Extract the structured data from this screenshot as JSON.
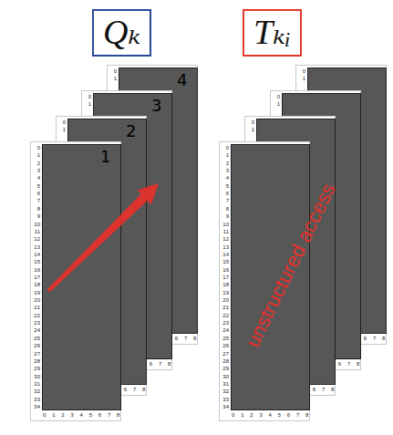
{
  "diagram": {
    "nodes": [
      {
        "text": [
          "Qₖ"
        ]
      },
      {
        "text": [
          "Tₖᵢ"
        ]
      }
    ],
    "labels": [
      "0",
      "1",
      "2",
      "3",
      "4",
      "5",
      "6",
      "7",
      "8",
      "9",
      "10",
      "11",
      "12",
      "13",
      "14",
      "15",
      "16",
      "17",
      "18",
      "19",
      "20",
      "21",
      "22",
      "23",
      "24",
      "25",
      "26",
      "27",
      "28",
      "29",
      "30",
      "31",
      "32",
      "33",
      "34",
      "0",
      "1",
      "2",
      "3",
      "4",
      "5",
      "6",
      "7",
      "8",
      "0",
      "1",
      "6",
      "7",
      "8",
      "0",
      "1",
      "6",
      "7",
      "8",
      "0",
      "1",
      "6",
      "7",
      "8",
      "1",
      "2",
      "3",
      "4",
      "0",
      "1",
      "2",
      "3",
      "4",
      "5",
      "6",
      "7",
      "8",
      "9",
      "10",
      "11",
      "12",
      "13",
      "14",
      "15",
      "16",
      "17",
      "18",
      "19",
      "20",
      "21",
      "22",
      "23",
      "24",
      "25",
      "26",
      "27",
      "28",
      "29",
      "30",
      "31",
      "32",
      "33",
      "34",
      "0",
      "1",
      "2",
      "3",
      "4",
      "5",
      "6",
      "7",
      "8",
      "0",
      "1",
      "6",
      "7",
      "8",
      "0",
      "1",
      "6",
      "7",
      "8",
      "0",
      "1",
      "6",
      "7",
      "8",
      "unstructured access"
    ]
  }
}
